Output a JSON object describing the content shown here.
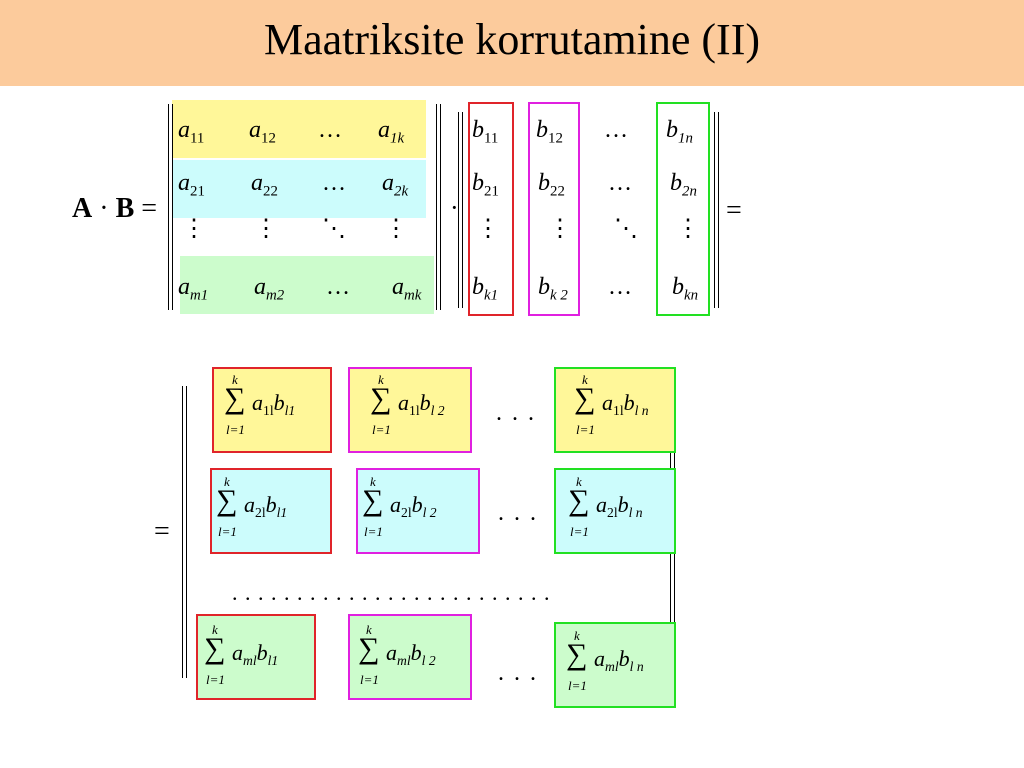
{
  "title": "Maatriksite korrutamine (II)",
  "lhs": {
    "A": "A",
    "dot": "·",
    "B": "B",
    "eq": "="
  },
  "matA": {
    "r1": [
      [
        "a",
        "11"
      ],
      [
        "a",
        "12"
      ],
      [
        "…",
        ""
      ],
      [
        "a",
        "1k"
      ]
    ],
    "r2": [
      [
        "a",
        "21"
      ],
      [
        "a",
        "22"
      ],
      [
        "…",
        ""
      ],
      [
        "a",
        "2k"
      ]
    ],
    "r3": [
      "⋮",
      "⋮",
      "⋱",
      "⋮"
    ],
    "r4": [
      [
        "a",
        "m1"
      ],
      [
        "a",
        "m2"
      ],
      [
        "…",
        ""
      ],
      [
        "a",
        "mk"
      ]
    ]
  },
  "mult_dot": "·",
  "matB": {
    "r1": [
      [
        "b",
        "11"
      ],
      [
        "b",
        "12"
      ],
      [
        "…",
        ""
      ],
      [
        "b",
        "1n"
      ]
    ],
    "r2": [
      [
        "b",
        "21"
      ],
      [
        "b",
        "22"
      ],
      [
        "…",
        ""
      ],
      [
        "b",
        "2n"
      ]
    ],
    "r3": [
      "⋮",
      "⋮",
      "⋱",
      "⋮"
    ],
    "r4": [
      [
        "b",
        "k1"
      ],
      [
        "b",
        "k 2"
      ],
      [
        "…",
        ""
      ],
      [
        "b",
        "kn"
      ]
    ]
  },
  "eq_right": "=",
  "eq_lower": "=",
  "sum_upper": "k",
  "sum_sigma": "∑",
  "sum_lower": "l=1",
  "results": {
    "r1": [
      [
        "a",
        "1l",
        "b",
        "l1"
      ],
      [
        "a",
        "1l",
        "b",
        "l 2"
      ],
      [
        "a",
        "1l",
        "b",
        "l n"
      ]
    ],
    "r2": [
      [
        "a",
        "2l",
        "b",
        "l1"
      ],
      [
        "a",
        "2l",
        "b",
        "l 2"
      ],
      [
        "a",
        "2l",
        "b",
        "l n"
      ]
    ],
    "r3": [
      [
        "a",
        "ml",
        "b",
        "l1"
      ],
      [
        "a",
        "ml",
        "b",
        "l 2"
      ],
      [
        "a",
        "ml",
        "b",
        "l n"
      ]
    ]
  },
  "hdots": ". . .",
  "long_dots": ". . . . . . . . . . . . . . . . . . . . . . . . .",
  "colors": {
    "title_bg": "#fccb9c",
    "yellow": "#fff799",
    "cyan": "#ccfcfc",
    "green": "#ccfccc",
    "red": "#e0242a",
    "magenta": "#e020e0",
    "lime": "#22e022"
  }
}
